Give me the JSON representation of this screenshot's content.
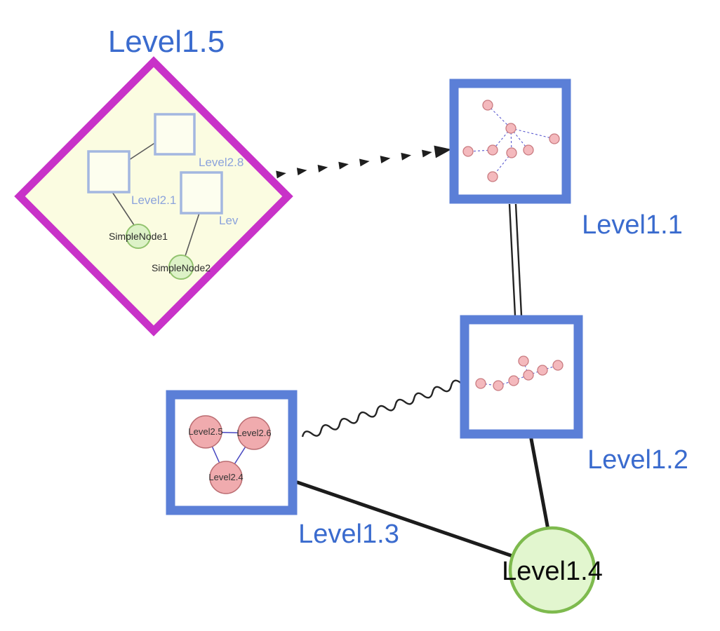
{
  "canvas": {
    "background": "#ffffff"
  },
  "graph": {
    "group_node": {
      "label": "Level1.5",
      "shape": "diamond",
      "children": {
        "squares": [
          {
            "label": "Level2.8"
          },
          {
            "label": "Level2.1"
          },
          {
            "label": "Lev"
          }
        ],
        "leaf_nodes": [
          {
            "label": "SimpleNode1"
          },
          {
            "label": "SimpleNode2"
          }
        ]
      }
    },
    "nodes": [
      {
        "id": "level1.1",
        "label": "Level1.1",
        "type": "group-thumbnail"
      },
      {
        "id": "level1.2",
        "label": "Level1.2",
        "type": "group-thumbnail"
      },
      {
        "id": "level1.3",
        "label": "Level1.3",
        "type": "group-thumbnail",
        "children": [
          {
            "label": "Level2.5"
          },
          {
            "label": "Level2.6"
          },
          {
            "label": "Level2.4"
          }
        ]
      },
      {
        "id": "level1.4",
        "label": "Level1.4",
        "type": "circle"
      }
    ],
    "edges": [
      {
        "from": "Level1.5",
        "to": "Level1.1",
        "style": "dashed-arrow"
      },
      {
        "from": "Level1.1",
        "to": "Level1.2",
        "style": "double-line"
      },
      {
        "from": "Level1.3",
        "to": "Level1.2",
        "style": "wavy"
      },
      {
        "from": "Level1.3",
        "to": "Level1.4",
        "style": "solid"
      },
      {
        "from": "Level1.2",
        "to": "Level1.4",
        "style": "solid"
      }
    ],
    "colors": {
      "group_border": "#c832c8",
      "group_fill": "#fbfce1",
      "node_border": "#5b7fd7",
      "leaf_fill": "#e2f6cf",
      "leaf_border": "#7eba4e",
      "label_blue": "#3a6bce",
      "inner_pink": "#f0abae",
      "edge_black": "#1e1e1e"
    }
  }
}
